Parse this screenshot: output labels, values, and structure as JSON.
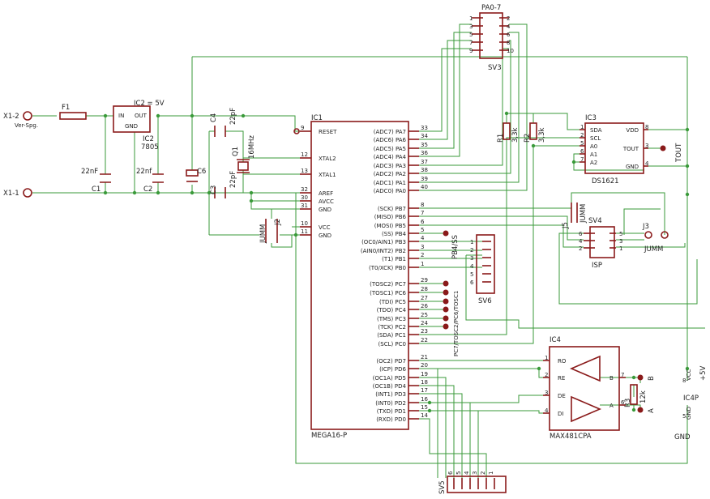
{
  "input": {
    "pos": "X1-2",
    "neg": "X1-1",
    "desc": "Ver-Spg."
  },
  "fuse": "F1",
  "regulator": {
    "name": "IC2",
    "value": "7805",
    "label": "IC2 = 5V",
    "in": "IN",
    "out": "OUT",
    "gnd": "GND"
  },
  "caps": {
    "c1": "C1",
    "c1v": "22nF",
    "c2": "C2",
    "c2v": "22nf",
    "c6": "C6",
    "c3": "C3",
    "c3v": "22pF",
    "c4": "C4",
    "c4v": "22pF"
  },
  "crystal": {
    "name": "Q1",
    "value": "16MHz"
  },
  "jumper_j2": {
    "name": "J2",
    "value": "JUMM"
  },
  "mcu": {
    "name": "IC1",
    "value": "MEGA16-P",
    "left": [
      {
        "n": "9",
        "l": "RESET"
      },
      {
        "n": "12",
        "l": "XTAL2"
      },
      {
        "n": "13",
        "l": "XTAL1"
      },
      {
        "n": "32",
        "l": "AREF"
      },
      {
        "n": "30",
        "l": "AVCC"
      },
      {
        "n": "31",
        "l": "GND"
      },
      {
        "n": "10",
        "l": "VCC"
      },
      {
        "n": "11",
        "l": "GND"
      }
    ],
    "right": [
      {
        "n": "33",
        "l": "(ADC7) PA7"
      },
      {
        "n": "34",
        "l": "(ADC6) PA6"
      },
      {
        "n": "35",
        "l": "(ADC5) PA5"
      },
      {
        "n": "36",
        "l": "(ADC4) PA4"
      },
      {
        "n": "37",
        "l": "(ADC3) PA3"
      },
      {
        "n": "38",
        "l": "(ADC2) PA2"
      },
      {
        "n": "39",
        "l": "(ADC1) PA1"
      },
      {
        "n": "40",
        "l": "(ADC0) PA0"
      },
      {
        "n": "8",
        "l": "(SCK) PB7"
      },
      {
        "n": "7",
        "l": "(MISO) PB6"
      },
      {
        "n": "6",
        "l": "(MOSI) PB5"
      },
      {
        "n": "5",
        "l": "(SS) PB4"
      },
      {
        "n": "4",
        "l": "(OC0/AIN1) PB3"
      },
      {
        "n": "3",
        "l": "(AIN0/INT2) PB2"
      },
      {
        "n": "2",
        "l": "(T1) PB1"
      },
      {
        "n": "1",
        "l": "(T0/XCK) PB0"
      },
      {
        "n": "29",
        "l": "(TOSC2) PC7"
      },
      {
        "n": "28",
        "l": "(TOSC1) PC6"
      },
      {
        "n": "27",
        "l": "(TDI) PC5"
      },
      {
        "n": "26",
        "l": "(TDO) PC4"
      },
      {
        "n": "25",
        "l": "(TMS) PC3"
      },
      {
        "n": "24",
        "l": "(TCK) PC2"
      },
      {
        "n": "23",
        "l": "(SDA) PC1"
      },
      {
        "n": "22",
        "l": "(SCL) PC0"
      },
      {
        "n": "21",
        "l": "(OC2) PD7"
      },
      {
        "n": "20",
        "l": "(ICP) PD6"
      },
      {
        "n": "19",
        "l": "(OC1A) PD5"
      },
      {
        "n": "18",
        "l": "(OC1B) PD4"
      },
      {
        "n": "17",
        "l": "(INT1) PD3"
      },
      {
        "n": "16",
        "l": "(INT0) PD2"
      },
      {
        "n": "15",
        "l": "(TXD) PD1"
      },
      {
        "n": "14",
        "l": "(RXD) PD0"
      }
    ]
  },
  "sv3": {
    "name": "SV3",
    "label": "PA0-7",
    "pins": [
      "1",
      "2",
      "3",
      "4",
      "5",
      "6",
      "7",
      "8",
      "9",
      "10"
    ]
  },
  "sv5": {
    "name": "SV5",
    "pins": [
      "6",
      "5",
      "4",
      "3",
      "2",
      "1"
    ]
  },
  "sv6": {
    "name": "SV6",
    "label": "PB4/SS",
    "pins": [
      "1",
      "2",
      "3",
      "4",
      "5",
      "6"
    ],
    "vert": "PC7/TOSC2/PC6/TOSC1"
  },
  "sv4": {
    "name": "SV4",
    "sub": "ISP",
    "pins": [
      "6",
      "5",
      "4",
      "3",
      "2",
      "1"
    ]
  },
  "j5": {
    "name": "J5",
    "value": "JUMM"
  },
  "j3": {
    "name": "J3",
    "value": "JUMM"
  },
  "r1": {
    "name": "R1",
    "value": "3,3k"
  },
  "r2": {
    "name": "R2",
    "value": "3,3k"
  },
  "r3": {
    "name": "R3",
    "value": "12k"
  },
  "ic3": {
    "name": "IC3",
    "value": "DS1621",
    "pins": [
      "SDA",
      "SCL",
      "A0",
      "A1",
      "A2",
      "VDD",
      "TOUT",
      "GND"
    ],
    "nums": [
      "1",
      "2",
      "5",
      "6",
      "7",
      "8",
      "3",
      "4"
    ],
    "tout": "TOUT"
  },
  "ic4": {
    "name": "IC4",
    "value": "MAX481CPA",
    "pins": [
      "RO",
      "RE",
      "DE",
      "DI",
      "B",
      "A"
    ],
    "nums": [
      "1",
      "2",
      "3",
      "4",
      "7",
      "6"
    ],
    "b": "B",
    "a": "A"
  },
  "ic4p": {
    "name": "IC4P",
    "vcc": "+5V",
    "gnd": "GND",
    "n8": "8",
    "n5": "5",
    "pvcc": "VCC",
    "pgnd": "GND"
  }
}
